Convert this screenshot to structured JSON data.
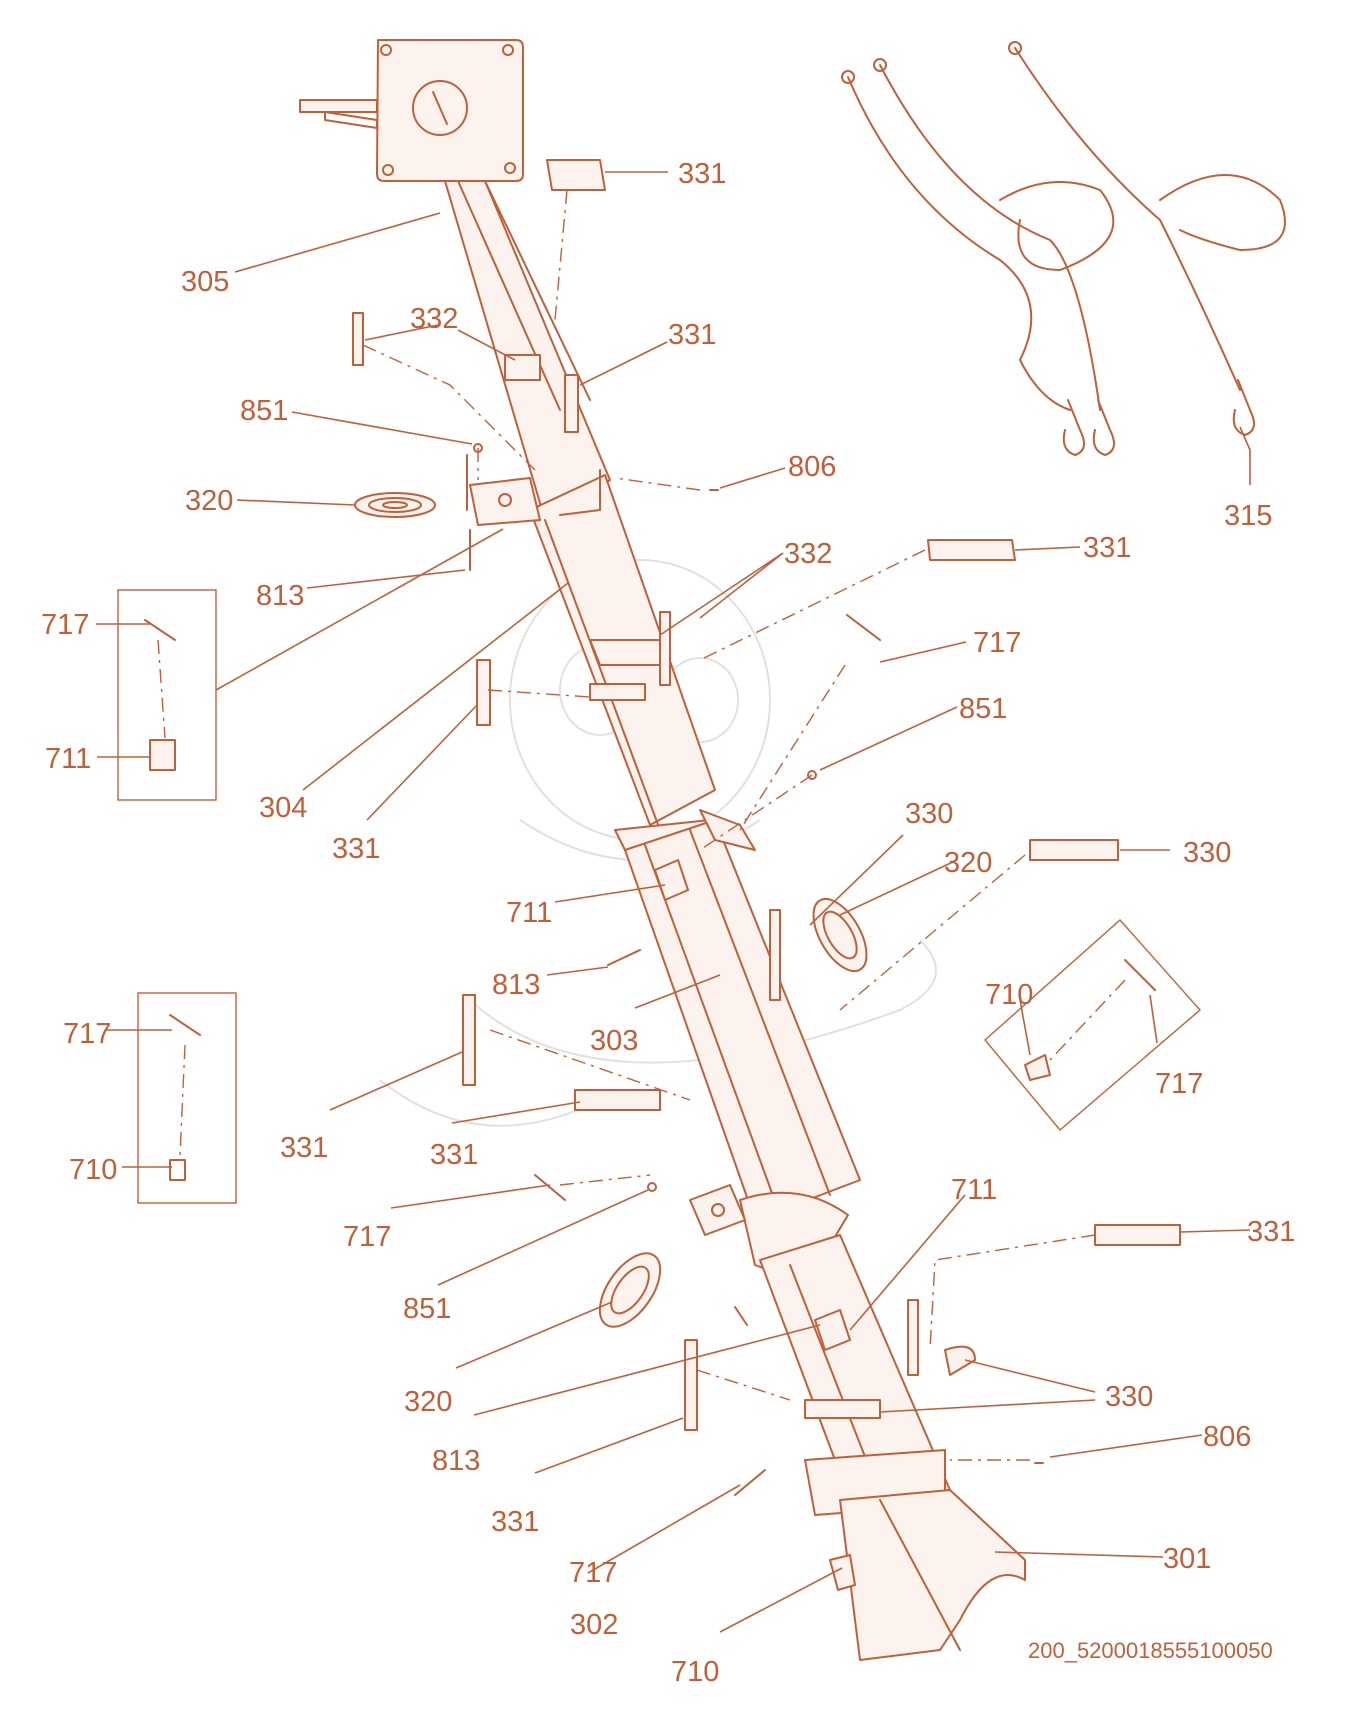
{
  "callouts": {
    "c305": "305",
    "c331a": "331",
    "c332a": "332",
    "c331b": "331",
    "c851a": "851",
    "c806a": "806",
    "c320a": "320",
    "c813a": "813",
    "c315": "315",
    "c331c": "331",
    "c332b": "332",
    "c717a": "717",
    "c711a": "711",
    "c304": "304",
    "c331d": "331",
    "c717b": "717",
    "c851b": "851",
    "c330a": "330",
    "c320b": "320",
    "c330b": "330",
    "c711b": "711",
    "c813b": "813",
    "c303": "303",
    "c710a": "710",
    "c717c": "717",
    "c717d": "717",
    "c710b": "710",
    "c331e": "331",
    "c331f": "331",
    "c717e": "717",
    "c851c": "851",
    "c711c": "711",
    "c331g": "331",
    "c320c": "320",
    "c813c": "813",
    "c330c": "330",
    "c806b": "806",
    "c331h": "331",
    "c717f": "717",
    "c302": "302",
    "c301": "301",
    "c710c": "710"
  },
  "drawing_code": "200_5200018555100050",
  "colors": {
    "line": "#c0603a",
    "watermark": "#e4e0dd",
    "background": "#ffffff"
  }
}
